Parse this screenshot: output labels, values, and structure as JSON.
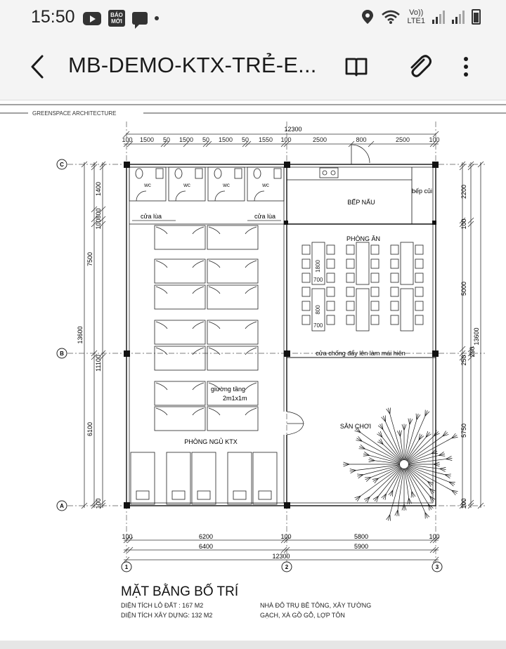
{
  "status_bar": {
    "time": "15:50",
    "apps": [
      "youtube-icon",
      "baomoi-icon",
      "message-icon"
    ],
    "baomoi_label": "BÁO MỚI",
    "network_label_1": "Vo))",
    "network_label_2": "LTE1"
  },
  "app_bar": {
    "title": "MB-DEMO-KTX-TRẺ-E...",
    "actions": [
      "book-icon",
      "paperclip-icon",
      "more-vert-icon"
    ]
  },
  "drawing": {
    "firm": "GREENSPACE   ARCHITECTURE",
    "dims_top": [
      "12300",
      "100",
      "1500",
      "50",
      "1500",
      "50",
      "1500",
      "50",
      "1550",
      "100",
      "2500",
      "800",
      "2500",
      "100"
    ],
    "dims_left": [
      "1400",
      "800",
      "100",
      "7500",
      "13600",
      "11100",
      "6100",
      "100"
    ],
    "dims_right": [
      "2200",
      "100",
      "5000",
      "13600",
      "250",
      "200",
      "5750",
      "100"
    ],
    "dims_bottom_1": [
      "100",
      "6200",
      "100",
      "5800",
      "100"
    ],
    "dims_bottom_2": [
      "6400",
      "5900"
    ],
    "dims_bottom_3": "12300",
    "table_dims": [
      "1800",
      "700",
      "800",
      "700"
    ],
    "axes_rows": [
      "C",
      "B",
      "A"
    ],
    "axes_cols": [
      "1",
      "2",
      "3"
    ],
    "labels": {
      "wc": "wc",
      "window": "cửa lùa",
      "kitchen": "BẾP NẤU",
      "firewood": "bếp củi",
      "dining": "PHÒNG ĂN",
      "door": "cửa chống đẩy lên làm mái hiên",
      "bunk_1": "giường tầng",
      "bunk_2": "2m1x1m",
      "playground": "SÂN CHƠI",
      "dorm": "PHÒNG NGỦ KTX"
    },
    "title": "MẶT BẰNG BỐ TRÍ",
    "info_left": [
      "DIỆN TÍCH LÔ ĐẤT : 167 M2",
      "DIỆN TÍCH XÂY DỰNG: 132 M2"
    ],
    "info_right": [
      "NHÀ ĐÔ TRỤ BÊ TÔNG, XÂY TƯỜNG",
      "GẠCH, XÀ GỒ GỖ, LỢP TÔN"
    ]
  }
}
